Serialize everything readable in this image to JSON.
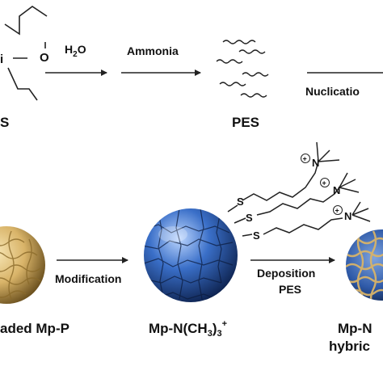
{
  "top_row": {
    "reagent_h2o": "H",
    "reagent_h2o_sub": "2",
    "reagent_h2o_tail": "O",
    "reagent_ammonia": "Ammonia",
    "label_pes": "PES",
    "reagent_nucleation": "Nuclicatio",
    "label_left_partial": "S",
    "teos_o": "O",
    "teos_si_partial": "i"
  },
  "bottom_row": {
    "label_mp_p": "aded Mp-P",
    "step_modification": "Modification",
    "label_mp_n_main": "Mp-N(CH",
    "label_mp_n_sub": "3",
    "label_mp_n_close": ")",
    "label_mp_n_sub2": "3",
    "label_mp_n_sup": "+",
    "step_deposition_line1": "Deposition",
    "step_deposition_line2": "PES",
    "label_right_line1": "Mp-N",
    "label_right_line2": "hybric"
  },
  "surface_groups": {
    "sulfur": "S",
    "nitrogen": "N",
    "charge": "+"
  },
  "colors": {
    "gold_sphere": "#d9b469",
    "blue_sphere": "#3a6fc8",
    "text": "#111111"
  }
}
